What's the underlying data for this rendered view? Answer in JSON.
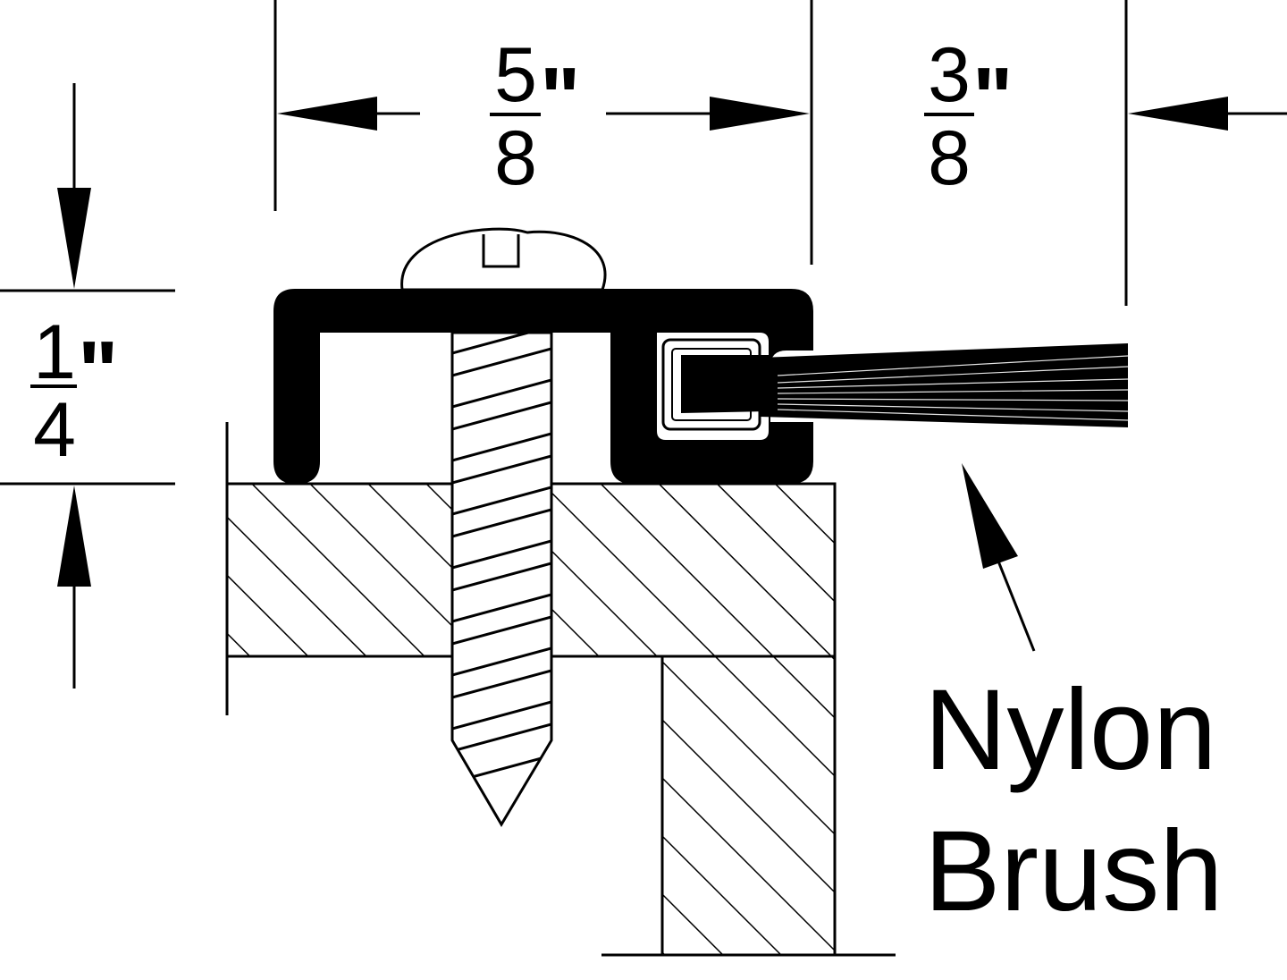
{
  "dimensions": {
    "width_top": {
      "numerator": "5",
      "denominator": "8",
      "unit": "\""
    },
    "brush_top": {
      "numerator": "3",
      "denominator": "8",
      "unit": "\""
    },
    "height_left": {
      "numerator": "1",
      "denominator": "4",
      "unit": "\""
    }
  },
  "callout": {
    "line1": "Nylon",
    "line2": "Brush"
  },
  "colors": {
    "ink": "#000000",
    "paper": "#ffffff"
  }
}
